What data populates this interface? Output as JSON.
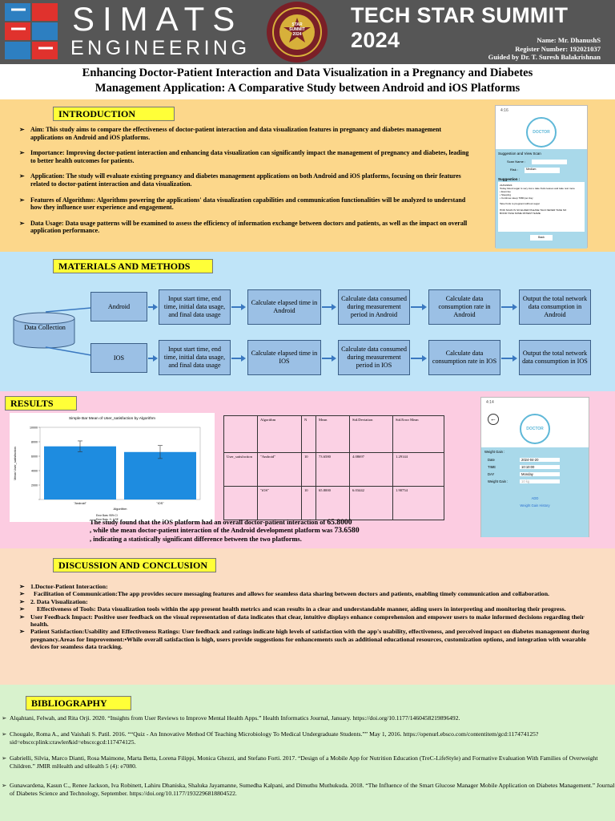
{
  "header": {
    "brand_line1": "SIMATS",
    "brand_line2": "ENGINEERING",
    "summit": "TECH STAR SUMMIT 2024",
    "seal_top": "STAR",
    "seal_mid": "SUMMIT",
    "seal_year": "2024",
    "name": "Name: Mr. DhanushS",
    "register": "Register Number: 192021037",
    "guide": "Guided by Dr. T. Suresh Balakrishnan",
    "colors": {
      "band": "#565656",
      "logo_blue": "#2d7fc1",
      "logo_red": "#e0322d",
      "seal_maroon": "#7a1f27",
      "seal_gold": "#d7b03a"
    }
  },
  "title": {
    "line1": "Enhancing Doctor-Patient Interaction and Data Visualization in a Pregnancy and Diabetes",
    "line2": "Management Application: A Comparative Study between Android and iOS Platforms"
  },
  "introduction": {
    "label": "INTRODUCTION",
    "items": [
      "Aim: This study aims to compare the effectiveness of doctor-patient interaction and data visualization features in pregnancy and diabetes management applications on Android and iOS platforms.",
      "Importance: Improving doctor-patient interaction and enhancing data visualization can significantly impact the management of pregnancy and diabetes, leading to better health outcomes for patients.",
      "Application: The study will evaluate existing pregnancy and diabetes management applications on both Android and iOS platforms, focusing on their features related to doctor-patient interaction and data visualization.",
      "Features of Algorithms: Algorithms powering the applications' data visualization capabilities and communication functionalities will be analyzed to understand how they influence user experience and engagement.",
      "Data Usage: Data usage patterns will be examined to assess the efficiency of information exchange between doctors and patients, as well as the impact on overall application performance."
    ],
    "phone": {
      "time": "4:16",
      "logo": "DOCTOR MOM",
      "heading": "Suggestion and View Scan",
      "field1_label": "Scan Name :",
      "field2_label": "Risk :",
      "field2_value": "Medium",
      "suggestion_label": "Suggestion :",
      "suggestion_lines": [
        "21/04/2024",
        "Today blood sugar is very low u take fruits leaves and take rest more",
        "• Exercise",
        "• Sleeping",
        "• Continue sleep 7080 per day",
        "Take fruits to pregnant without sugar",
        "HOD SCAN IS SO ELDER PLEASE TALK NEVER TAKE SO",
        "BOOD TAKE SOME PATIENT NAME"
      ],
      "button": "Back"
    }
  },
  "materials": {
    "label": "MATERIALS AND METHODS",
    "source": "Data Collection",
    "android_label": "Android",
    "ios_label": "IOS",
    "android_steps": [
      "Input start time, end time, initial data usage, and final data usage",
      "Calculate elapsed time in Android",
      "Calculate data consumed during measurement period in Android",
      "Calculate data consumption rate in Android",
      "Output the total network data consumption in Android"
    ],
    "ios_steps": [
      "Input start time, end time, initial data usage, and final data usage",
      "Calculate elapsed time in IOS",
      "Calculate data consumed during measurement period in IOS",
      "Calculate data consumption rate in IOS",
      "Output the total network data consumption in IOS"
    ],
    "colors": {
      "box": "#9bc0e5",
      "arrow": "#3a78c0"
    }
  },
  "results": {
    "label": "RESULTS",
    "chart_data": {
      "type": "bar",
      "title": "Simple Bar Mean of User_satisfaction by Algorithm",
      "xlabel": "Algorithm",
      "ylabel": "Mean User_satisfaction",
      "categories": [
        "\"Android\"",
        "\"iOS\""
      ],
      "values": [
        73.658,
        65.8
      ],
      "error": [
        7.5,
        9.0
      ],
      "ylim": [
        0,
        100
      ],
      "yticks": [
        0,
        20,
        40,
        60,
        80,
        100
      ],
      "ytick_labels": [
        "",
        "2000",
        "4000",
        "6000",
        "8000",
        "10000"
      ],
      "footnote1": "Error Bars: 95% CI",
      "footnote2": "Error Bars: +/- 2 SE",
      "grid": false,
      "bar_color": "#1e8ce0"
    },
    "table": {
      "headers": [
        "",
        "Algorithm",
        "N",
        "Mean",
        "Std.Deviation",
        "Std.Error Mean"
      ],
      "rows": [
        [
          "User_satisfaction",
          "\"Android\"",
          "10",
          "73.6580",
          "4.08697",
          "1.29144"
        ],
        [
          "",
          "\"iOS\"",
          "10",
          "65.8000",
          "6.03442",
          "1.90754"
        ]
      ]
    },
    "text_pre": "The study found that the iOS platform had an overall doctor-patient interaction  of",
    "ios_value": "65.8000",
    "text_mid": ", while the mean doctor-patient interaction of the Android development platform was",
    "android_value": "73.6580",
    "text_post": ", indicating a statistically significant difference between the two platforms.",
    "phone": {
      "time": "4:14",
      "logo": "DOCTOR MOM",
      "weight_label": "Weight Gain :",
      "date_label": "Date",
      "date_value": "2024-04-20",
      "time_label": "TIME",
      "time_value": "10:10:00",
      "day_label": "DAY",
      "day_value": "Monday",
      "gain_label": "Weight Gain :",
      "gain_value": "10 kg",
      "add": "ADD",
      "history": "Weight Gain History"
    }
  },
  "discussion": {
    "label": "DISCUSSION AND CONCLUSION",
    "items": [
      "1.Doctor-Patient Interaction:",
      "Facilitation of Communication:The app provides secure messaging features and allows for seamless data sharing between doctors and patients, enabling timely communication and collaboration.",
      "2. Data Visualization:",
      "Effectiveness of Tools: Data visualization tools within the app present health metrics and scan results in a clear and understandable manner, aiding users in interpreting and monitoring their progress.",
      "User Feedback Impact: Positive user feedback on the visual representation of data indicates that clear, intuitive displays enhance comprehension and empower users to make informed decisions regarding their health.",
      "Patient Satisfaction:Usability and Effectiveness Ratings: User feedback and ratings indicate high levels of satisfaction with the app's usability, effectiveness, and perceived impact on diabetes management during pregnancy.Areas for Improvement:•While overall satisfaction is high, users provide suggestions for enhancements such as additional educational resources, customization options, and integration with wearable devices for seamless data tracking."
    ]
  },
  "bibliography": {
    "label": "BIBLIOGRAPHY",
    "items": [
      "Alqahtani, Felwah, and Rita Orji. 2020. “Insights from User Reviews to Improve Mental Health Apps.” Health Informatics Journal, January. https://doi.org/10.1177/1460458219896492.",
      "Chougale, Roma A., and Vaishali S. Patil. 2016. ““Quiz - An Innovative Method Of Teaching Microbiology To Medical Undergraduate Students.”” May 1, 2016. https://openurl.ebsco.com/contentitem/gcd:117474125?sid=ebsco:plink:crawler&id=ebsco:gcd:117474125.",
      "Gabrielli, Silvia, Marco Dianti, Rosa Maimone, Marta Betta, Lorena Filippi, Monica Ghezzi, and Stefano Forti. 2017. “Design of a Mobile App for Nutrition Education (TreC-LifeStyle) and Formative Evaluation With Families of Overweight Children.” JMIR mHealth and uHealth 5 (4): e7080.",
      "Gunawardena, Kasun C., Renee Jackson, Iva Robinett, Lahiru Dhaniska, Shaluka Jayamanne, Sumedha Kalpani, and Dimuthu Muthukuda. 2018. “The Influence of the Smart Glucose Manager Mobile Application on Diabetes Management.” Journal of Diabetes Science and Technology, September. https://doi.org/10.1177/1932296818804522."
    ]
  }
}
